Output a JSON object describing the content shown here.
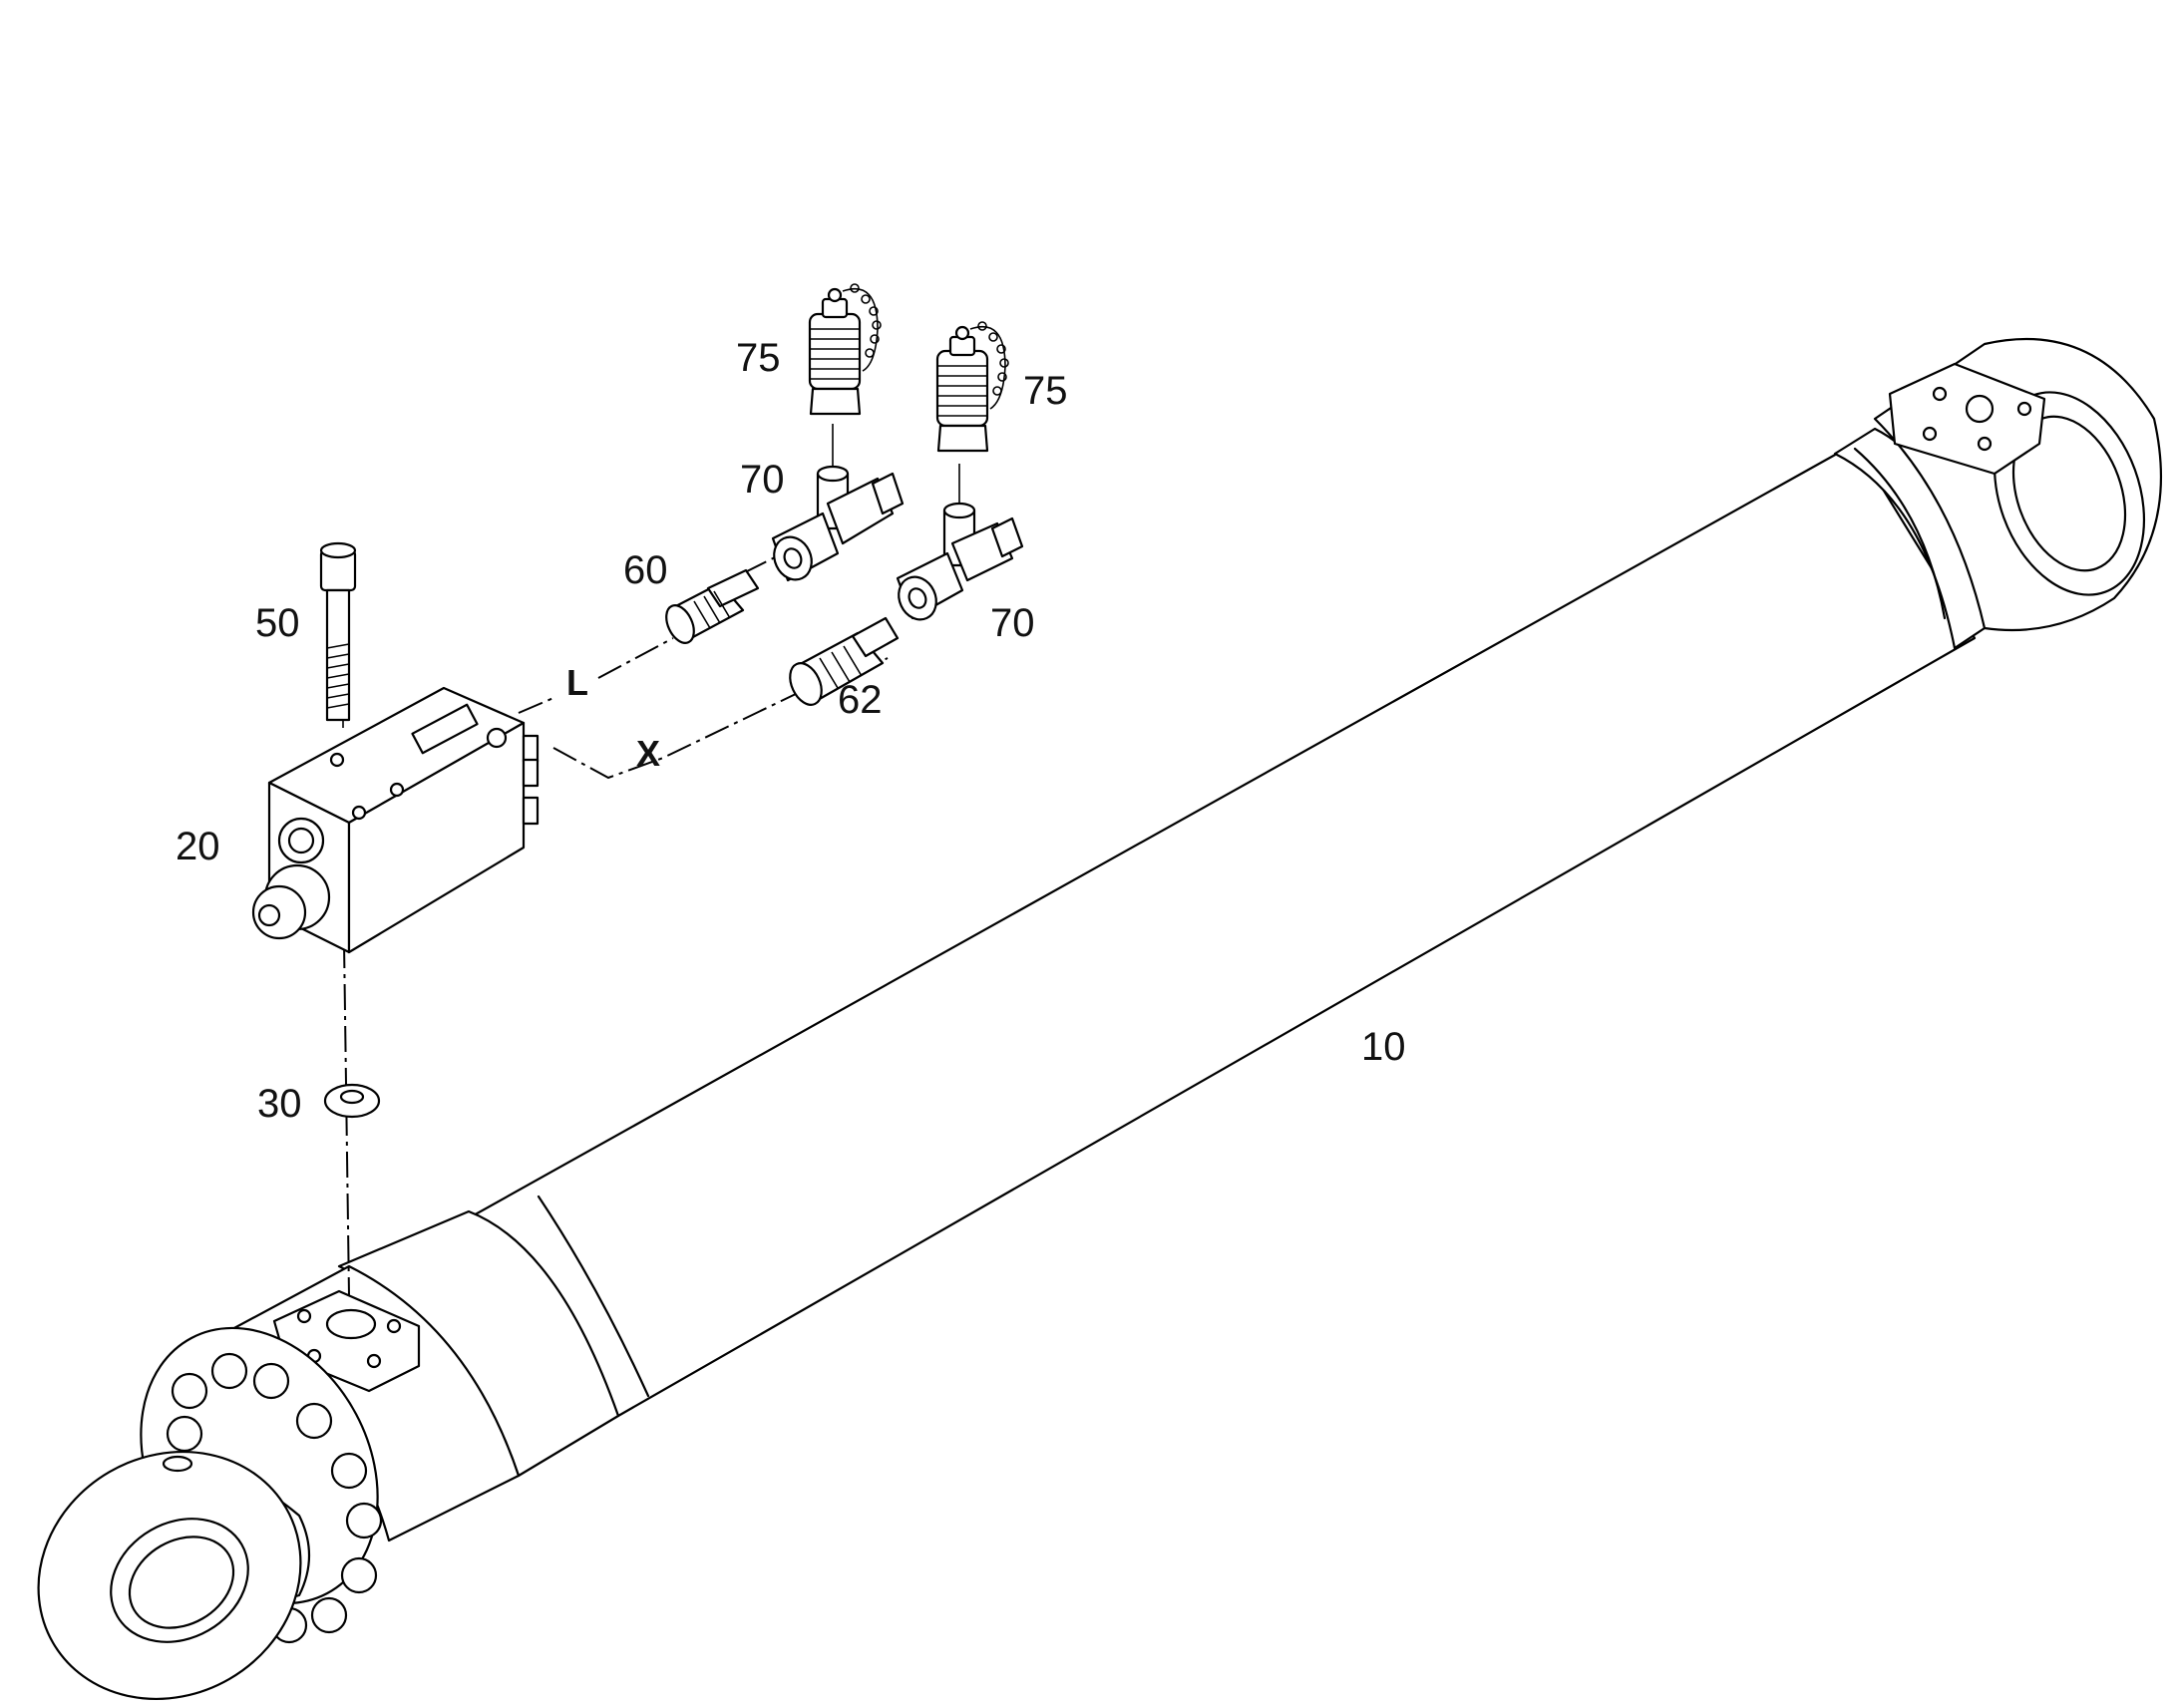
{
  "callouts": {
    "c10": "10",
    "c20": "20",
    "c30": "30",
    "c50": "50",
    "c60": "60",
    "c62": "62",
    "c70a": "70",
    "c70b": "70",
    "c75a": "75",
    "c75b": "75"
  },
  "ports": {
    "l": "L",
    "x": "X"
  },
  "colors": {
    "line": "#000000",
    "background": "#ffffff"
  }
}
